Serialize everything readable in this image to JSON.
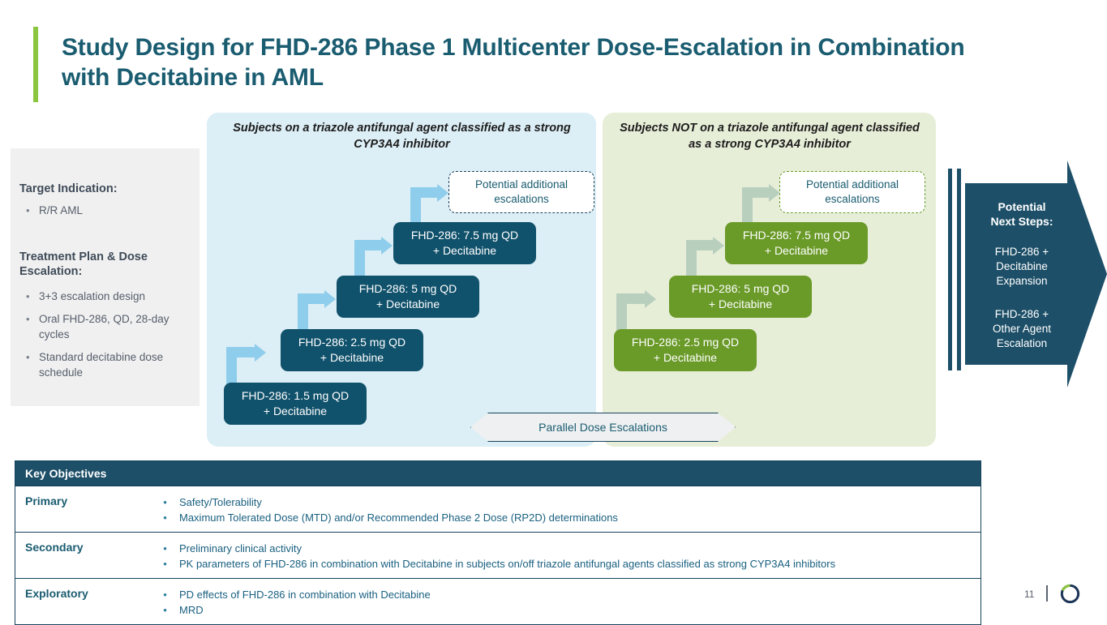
{
  "slide": {
    "title": "Study Design for FHD-286 Phase 1 Multicenter Dose-Escalation in Combination with Decitabine in AML",
    "accent_green": "#8cc63f",
    "accent_teal": "#1a5c70",
    "page_number": "11"
  },
  "side_panel": {
    "heading_1": "Target Indication:",
    "items_1": [
      "R/R AML"
    ],
    "heading_2": "Treatment Plan & Dose Escalation:",
    "items_2": [
      "3+3 escalation design",
      "Oral FHD-286, QD, 28-day cycles",
      "Standard decitabine dose schedule"
    ]
  },
  "panels": [
    {
      "id": "blue",
      "heading": "Subjects on a triazole antifungal agent classified as a strong CYP3A4 inhibitor",
      "background": "#dceef6",
      "box_color": "#10516b",
      "arrow_color": "#8ecdeb",
      "dashed_label": "Potential additional escalations",
      "steps": [
        "FHD-286: 1.5 mg QD\n+ Decitabine",
        "FHD-286: 2.5 mg QD\n+ Decitabine",
        "FHD-286: 5 mg QD\n+ Decitabine",
        "FHD-286: 7.5 mg QD\n+ Decitabine"
      ]
    },
    {
      "id": "green",
      "heading": "Subjects NOT on a triazole antifungal agent classified as a strong CYP3A4 inhibitor",
      "background": "#e7eed8",
      "box_color": "#6a9a28",
      "arrow_color": "#b9cfbe",
      "dashed_label": "Potential additional escalations",
      "steps": [
        "FHD-286: 2.5 mg QD\n+ Decitabine",
        "FHD-286: 5 mg QD\n+ Decitabine",
        "FHD-286: 7.5 mg QD\n+ Decitabine"
      ]
    }
  ],
  "banner": {
    "label": "Parallel Dose Escalations"
  },
  "next_steps": {
    "title": "Potential\nNext Steps:",
    "item_1": "FHD-286 +\nDecitabine\nExpansion",
    "item_2": "FHD-286 +\nOther Agent\nEscalation"
  },
  "table": {
    "header": "Key Objectives",
    "rows": [
      {
        "label": "Primary",
        "bullets": [
          "Safety/Tolerability",
          "Maximum Tolerated Dose (MTD) and/or Recommended Phase 2 Dose (RP2D) determinations"
        ]
      },
      {
        "label": "Secondary",
        "bullets": [
          "Preliminary clinical activity",
          "PK parameters of FHD-286 in combination with Decitabine in subjects on/off triazole antifungal agents classified as strong CYP3A4 inhibitors"
        ]
      },
      {
        "label": "Exploratory",
        "bullets": [
          "PD effects of FHD-286 in combination with Decitabine",
          "MRD"
        ]
      }
    ]
  }
}
